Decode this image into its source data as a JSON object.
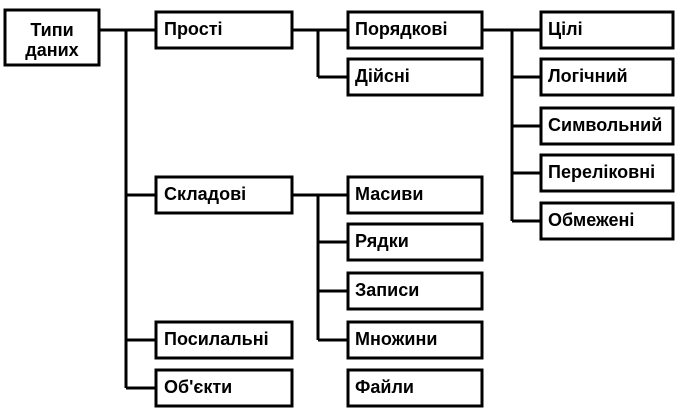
{
  "diagram": {
    "root": {
      "line1": "Типи",
      "line2": "даних"
    },
    "level1": {
      "simple": "Прості",
      "composite": "Складові",
      "reference": "Посилальні",
      "objects": "Об'єкти"
    },
    "simple_children": {
      "ordinal": "Порядкові",
      "real": "Дійсні"
    },
    "ordinal_children": {
      "integer": "Цілі",
      "boolean": "Логічний",
      "char": "Символьний",
      "enumerated": "Переліковні",
      "subrange": "Обмежені"
    },
    "composite_children": {
      "arrays": "Масиви",
      "strings": "Рядки",
      "records": "Записи",
      "sets": "Множини",
      "files": "Файли"
    }
  }
}
